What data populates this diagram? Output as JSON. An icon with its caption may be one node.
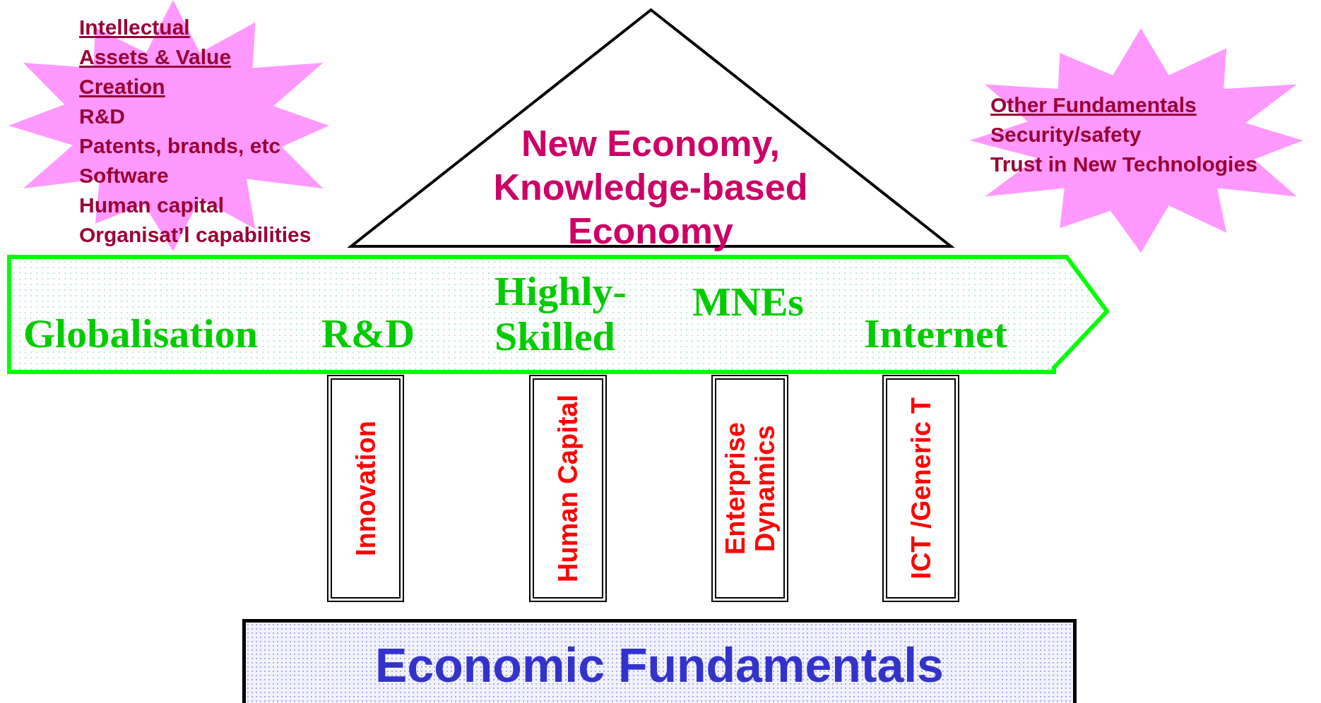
{
  "diagram": {
    "nodes": [
      {
        "text": [
          "Intellectual Assets & Value Creation",
          "R&D",
          "Patents, brands, etc",
          "Software",
          "Human capital",
          "Organisat’l capabilities"
        ]
      },
      {
        "text": [
          "New Economy, Knowledge-based Economy"
        ]
      },
      {
        "text": [
          "Other Fundamentals",
          "Security/safety",
          "Trust in New Technologies"
        ]
      },
      {
        "text": [
          "Globalisation",
          "R&D",
          "Highly-Skilled",
          "MNEs",
          "Internet"
        ]
      },
      {
        "text": [
          "Innovation"
        ]
      },
      {
        "text": [
          "Human Capital"
        ]
      },
      {
        "text": [
          "Enterprise Dynamics"
        ]
      },
      {
        "text": [
          "ICT /Generic T"
        ]
      },
      {
        "text": [
          "Economic Fundamentals"
        ]
      }
    ]
  }
}
